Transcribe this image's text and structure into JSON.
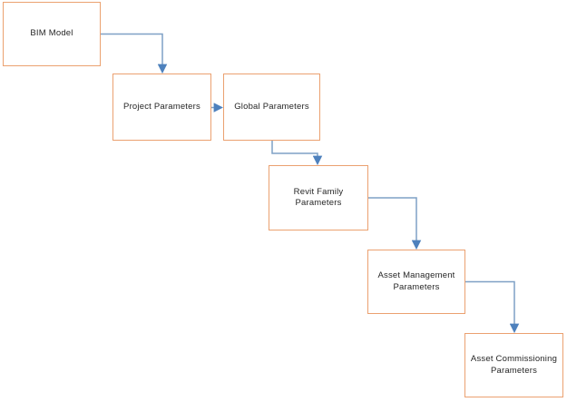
{
  "diagram": {
    "type": "flowchart",
    "nodes": [
      {
        "id": "bim-model",
        "label": "BIM Model"
      },
      {
        "id": "project-parameters",
        "label": "Project Parameters"
      },
      {
        "id": "global-parameters",
        "label": "Global Parameters"
      },
      {
        "id": "revit-family-parameters",
        "label": "Revit Family Parameters"
      },
      {
        "id": "asset-management-parameters",
        "label": "Asset Management Parameters"
      },
      {
        "id": "asset-commissioning-parameters",
        "label": "Asset Commissioning Parameters"
      }
    ],
    "edges": [
      {
        "from": "bim-model",
        "to": "project-parameters",
        "style": "elbow-right-down"
      },
      {
        "from": "project-parameters",
        "to": "global-parameters",
        "style": "straight-right"
      },
      {
        "from": "global-parameters",
        "to": "revit-family-parameters",
        "style": "elbow-down-right-down"
      },
      {
        "from": "revit-family-parameters",
        "to": "asset-management-parameters",
        "style": "elbow-right-down"
      },
      {
        "from": "asset-management-parameters",
        "to": "asset-commissioning-parameters",
        "style": "elbow-right-down"
      }
    ],
    "colors": {
      "box_border": "#EBA170",
      "box_fill": "#FFFFFF",
      "connector": "#7FA0C5",
      "arrowhead": "#4E81BD",
      "text": "#262626",
      "background": "#FFFFFF"
    }
  }
}
